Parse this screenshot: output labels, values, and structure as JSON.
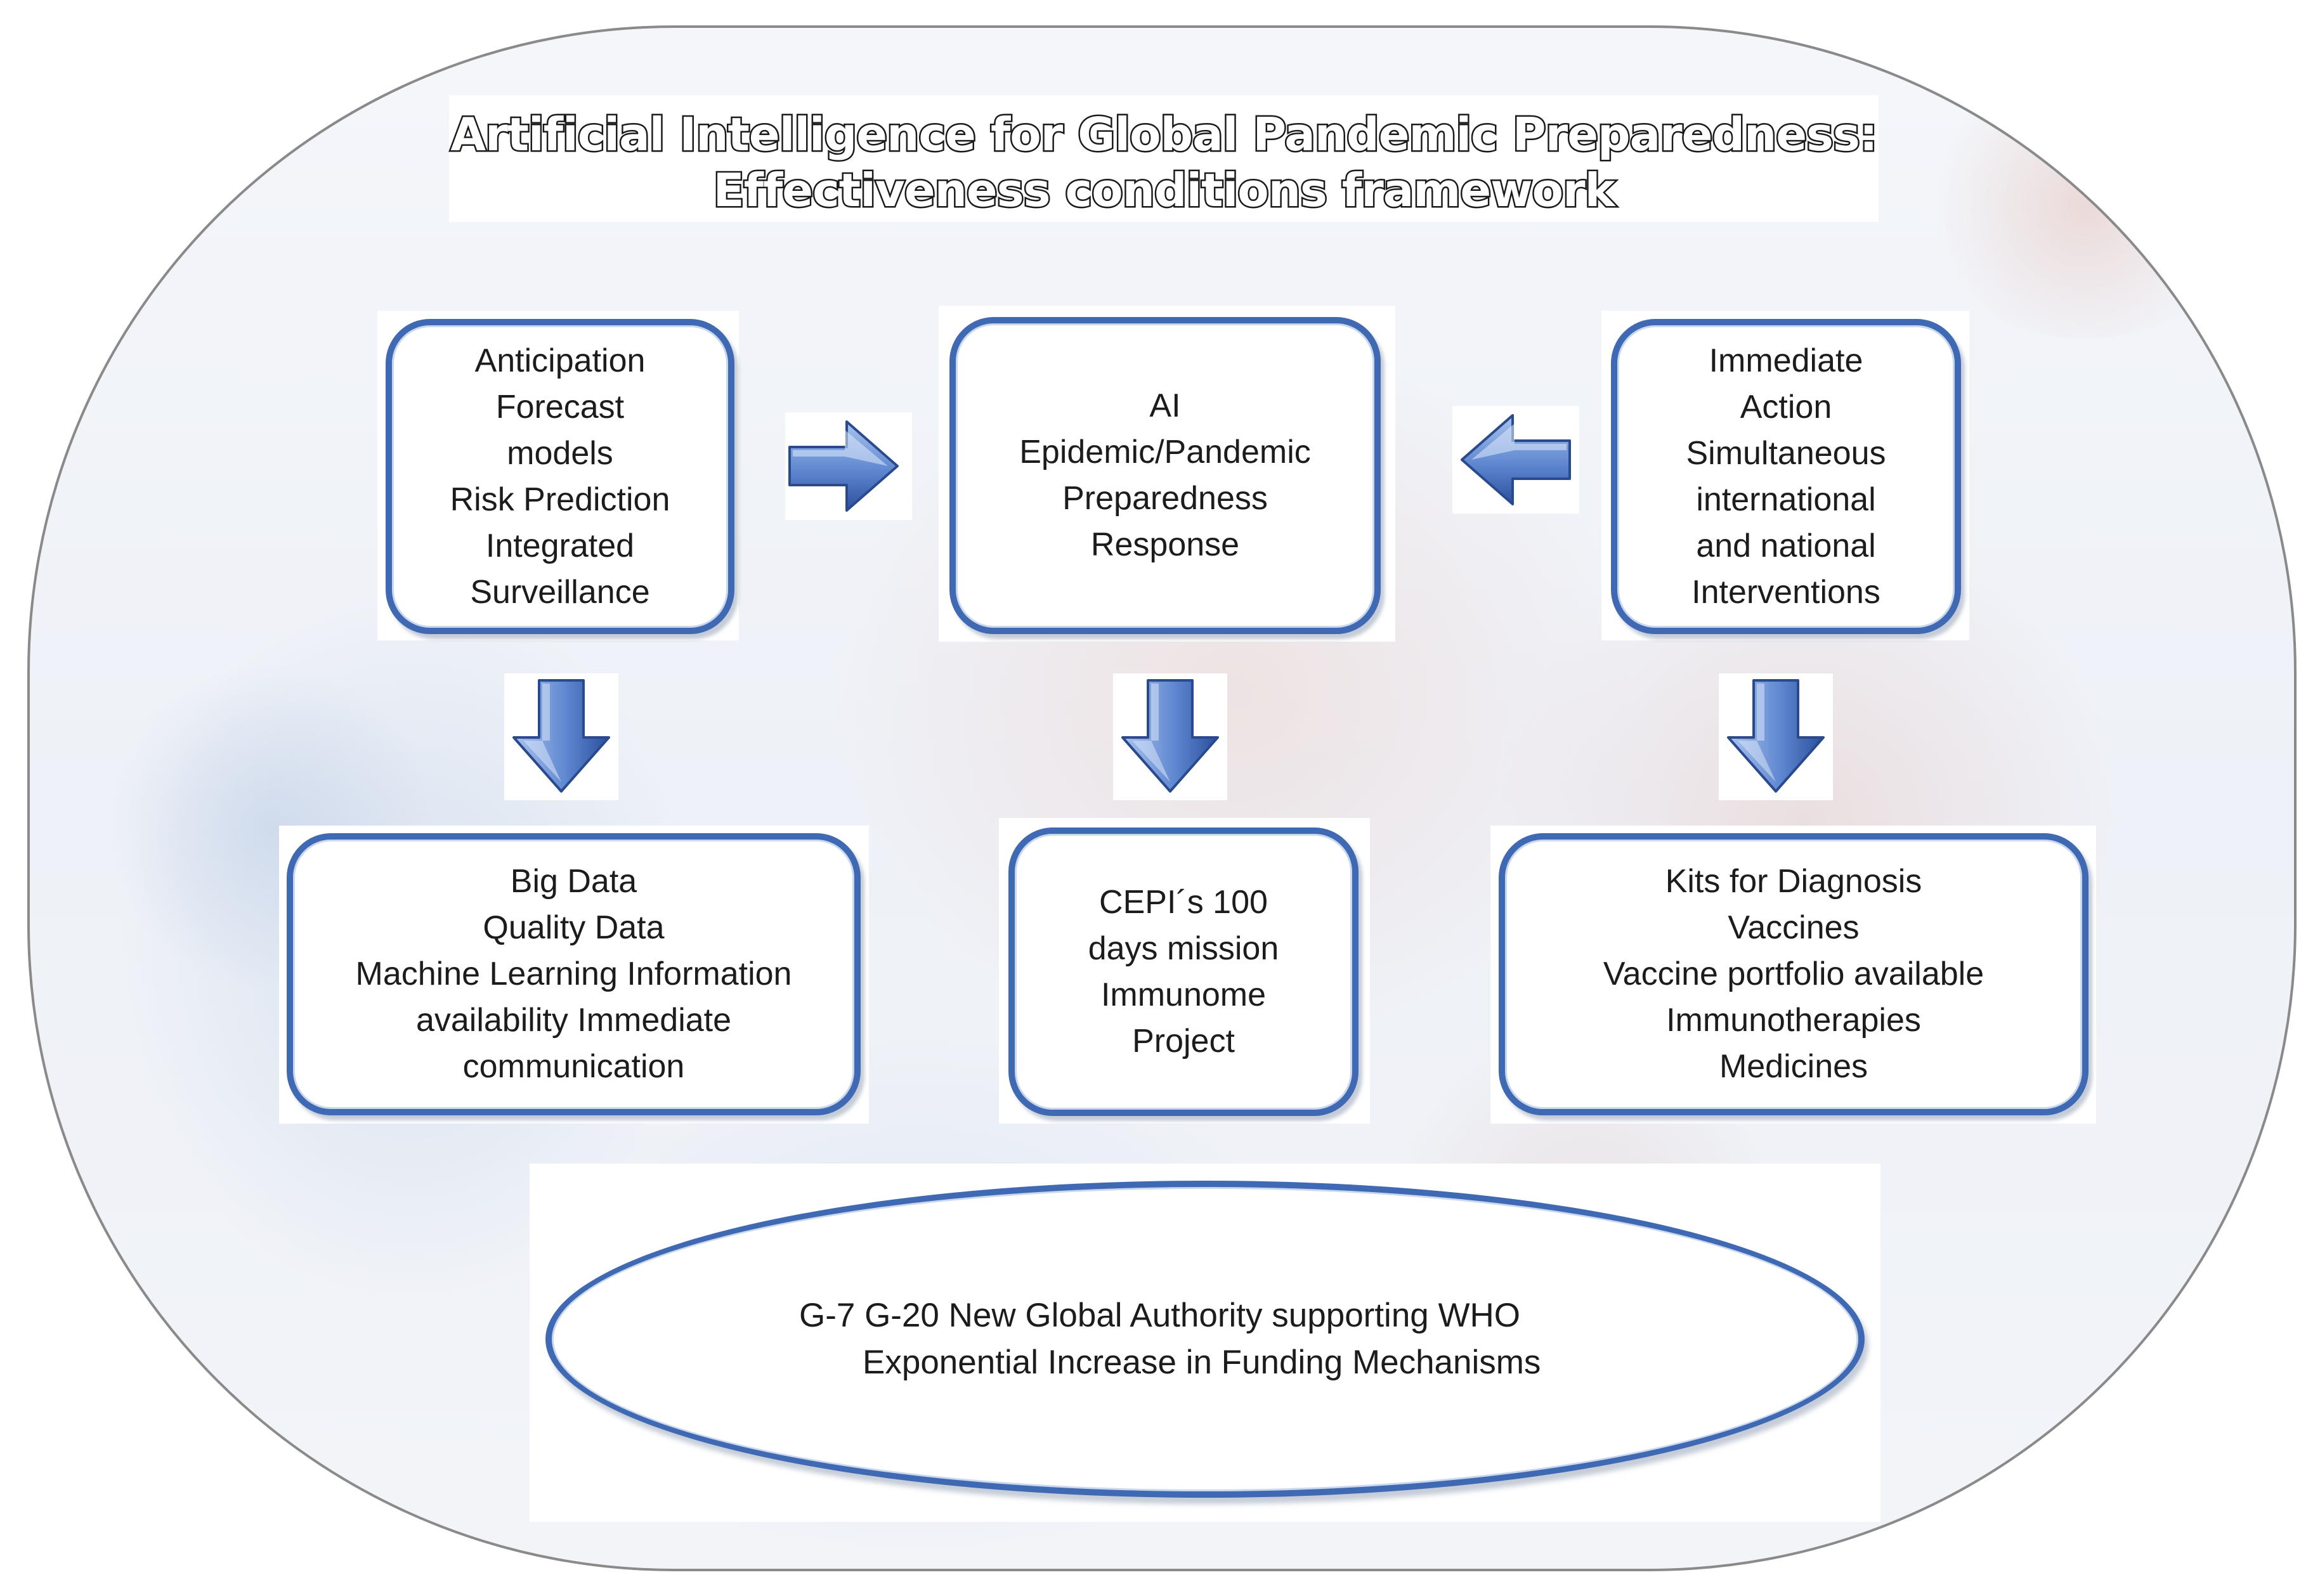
{
  "title": {
    "line1": "Artificial Intelligence for Global Pandemic Preparedness:",
    "line2": "Effectiveness conditions framework"
  },
  "boxes": {
    "anticipation": [
      "Anticipation",
      "Forecast",
      "models",
      "Risk Prediction",
      "Integrated",
      "Surveillance"
    ],
    "ai_core": [
      "AI",
      "Epidemic/Pandemic",
      "Preparedness",
      "Response"
    ],
    "immediate_action": [
      "Immediate",
      "Action",
      "Simultaneous",
      "international",
      "and national",
      "Interventions"
    ],
    "big_data": [
      "Big Data",
      "Quality Data",
      "Machine Learning Information",
      "availability Immediate",
      "communication"
    ],
    "cepi": [
      "CEPI´s 100",
      "days mission",
      "Immunome",
      "Project"
    ],
    "kits": [
      "Kits for Diagnosis",
      "Vaccines",
      "Vaccine portfolio available",
      "Immunotherapies",
      "Medicines"
    ]
  },
  "ellipse": {
    "line1": "G-7 G-20 New Global Authority supporting WHO",
    "line2": "Exponential Increase in Funding Mechanisms"
  },
  "colors": {
    "box_border": "#3f69b3",
    "arrow_fill_light": "#8fb0e6",
    "arrow_fill_dark": "#2c4f9c",
    "arrow_outline": "#2a4a8e"
  },
  "icons": {
    "arrow_right": "arrow-right-icon",
    "arrow_left": "arrow-left-icon",
    "arrow_down": "arrow-down-icon"
  }
}
